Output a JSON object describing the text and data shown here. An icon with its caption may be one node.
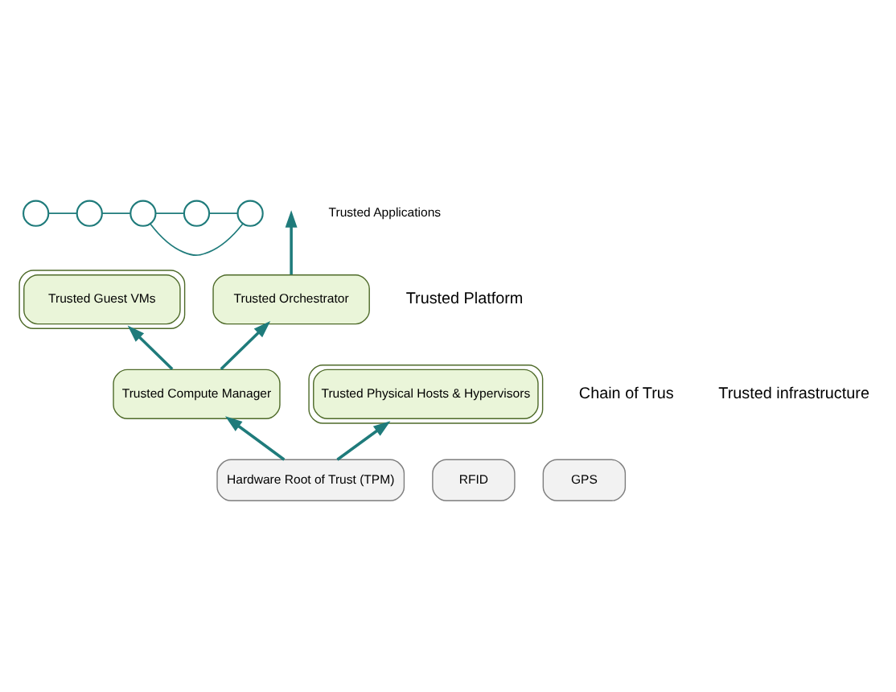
{
  "diagram": {
    "nodes": [
      {
        "text": [],
        "shape": "circle"
      },
      {
        "text": [],
        "shape": "circle"
      },
      {
        "text": [],
        "shape": "circle"
      },
      {
        "text": [],
        "shape": "circle"
      },
      {
        "text": [],
        "shape": "circle"
      },
      {
        "text": [
          "Trusted Guest VMs"
        ]
      },
      {
        "text": [
          "Trusted Orchestrator"
        ]
      },
      {
        "text": [
          "Trusted Compute Manager"
        ]
      },
      {
        "text": [
          "Trusted Physical Hosts & Hypervisors"
        ]
      },
      {
        "text": [
          "RFID"
        ]
      },
      {
        "text": [
          "GPS"
        ]
      },
      {
        "text": [
          "Hardware Root of Trust (TPM)"
        ]
      }
    ],
    "edges": [
      {
        "from": 0,
        "to": 1,
        "arrow": "none"
      },
      {
        "from": 1,
        "to": 2,
        "arrow": "none"
      },
      {
        "from": 2,
        "to": 3,
        "arrow": "none"
      },
      {
        "from": 3,
        "to": 4,
        "arrow": "none"
      },
      {
        "from": 2,
        "to": 4,
        "arrow": "none"
      },
      {
        "from": 7,
        "to": 5,
        "arrow": "to"
      },
      {
        "from": 11,
        "to": 8,
        "arrow": "to"
      },
      {
        "from": 11,
        "to": 7,
        "arrow": "to"
      },
      {
        "from": 7,
        "to": 6,
        "arrow": "to"
      },
      {
        "from": 6,
        "to": null,
        "arrow": "to"
      }
    ],
    "labels": [
      "Trusted Applications",
      "Chain of Trus",
      "Trusted Platform",
      "Trusted infrastructure"
    ]
  }
}
